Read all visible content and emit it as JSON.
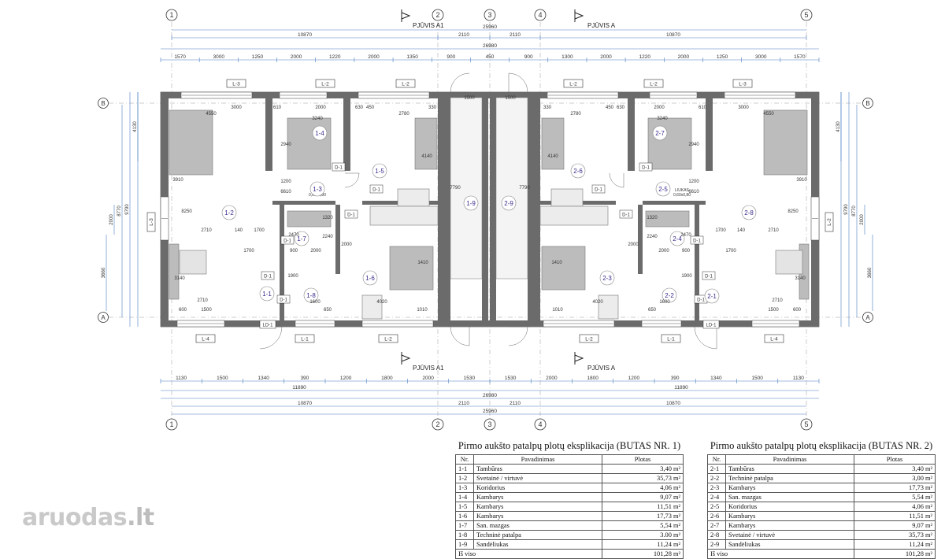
{
  "plan": {
    "axes_top": [
      "1",
      "2",
      "3",
      "4",
      "5"
    ],
    "axes_side": [
      "B",
      "A"
    ],
    "section_labels": [
      "PJŪVIS A1",
      "PJŪVIS A"
    ],
    "top_dims_row1": {
      "overall": "25960",
      "left": "10870",
      "c1": "2110",
      "c2": "2110",
      "right": "10870"
    },
    "top_dims_row2": "26980",
    "top_dims_row3": [
      "1570",
      "3000",
      "1250",
      "2000",
      "1220",
      "2000",
      "1350",
      "900",
      "450",
      "900",
      "1300",
      "2000",
      "1220",
      "2000",
      "1250",
      "3000",
      "1570"
    ],
    "bottom_dims_row1": [
      "1130",
      "1500",
      "1340",
      "390",
      "1200",
      "1800",
      "2000",
      "1530",
      "1530",
      "2000",
      "1800",
      "1200",
      "390",
      "1340",
      "1500",
      "1130"
    ],
    "bottom_dims_row2": {
      "left": "11890",
      "right": "11890"
    },
    "bottom_dims_row3": "26980",
    "bottom_dims_row4": {
      "left": "10870",
      "c1": "2110",
      "c2": "2110",
      "right": "10870"
    },
    "bottom_dims_row5": "25960",
    "window_tags_top": [
      "L-3",
      "L-2",
      "L-2",
      "L-2",
      "L-2",
      "L-3"
    ],
    "window_tags_bottom": [
      "L-4",
      "L-1",
      "L-2",
      "L-2",
      "L-1",
      "L-4"
    ],
    "window_tags_side": [
      "L-3",
      "L-2"
    ],
    "door_tags": [
      "D-1",
      "D-1",
      "D-1",
      "D-1",
      "D-1",
      "D-1",
      "D-1",
      "D-1",
      "D-1",
      "D-1",
      "D-1",
      "D-1",
      "LD-1",
      "LD-1"
    ],
    "hatch_label": "LIUKAS",
    "hatch_size": "0,60x0,80",
    "rooms": [
      "1-1",
      "1-2",
      "1-3",
      "1-4",
      "1-5",
      "1-6",
      "1-7",
      "1-8",
      "1-9",
      "2-1",
      "2-2",
      "2-3",
      "2-4",
      "2-5",
      "2-6",
      "2-7",
      "2-8",
      "2-9"
    ],
    "side_dims_left": [
      "4130",
      "9790",
      "8770",
      "2000",
      "3660"
    ],
    "side_dims_right": [
      "4130",
      "9790",
      "8770",
      "2000",
      "3660"
    ],
    "inner_dims": [
      "4550",
      "3000",
      "610",
      "2000",
      "630",
      "450",
      "2780",
      "330",
      "1500",
      "3240",
      "2940",
      "6610",
      "1200",
      "2710",
      "140",
      "1700",
      "8250",
      "2470",
      "1320",
      "2240",
      "900",
      "1700",
      "2000",
      "1900",
      "1600",
      "4020",
      "1010",
      "650",
      "600",
      "1500",
      "2710",
      "3910",
      "4140",
      "7790",
      "3140",
      "2000",
      "1410"
    ]
  },
  "tables": [
    {
      "title": "Pirmo aukšto patalpų plotų eksplikacija (BUTAS NR. 1)",
      "headers": [
        "Nr.",
        "Pavadinimas",
        "Plotas"
      ],
      "rows": [
        [
          "1-1",
          "Tambūras",
          "3,40 m²"
        ],
        [
          "1-2",
          "Svetainė / virtuvė",
          "35,73 m²"
        ],
        [
          "1-3",
          "Koridorius",
          "4,06 m²"
        ],
        [
          "1-4",
          "Kambarys",
          "9,07 m²"
        ],
        [
          "1-5",
          "Kambarys",
          "11,51 m²"
        ],
        [
          "1-6",
          "Kambarys",
          "17,73 m²"
        ],
        [
          "1-7",
          "San. mazgas",
          "5,54 m²"
        ],
        [
          "1-8",
          "Techninė patalpa",
          "3.00 m²"
        ],
        [
          "1-9",
          "Sandėliukas",
          "11,24 m²"
        ]
      ],
      "total_label": "Iš viso",
      "total_value": "101,28 m²"
    },
    {
      "title": "Pirmo aukšto patalpų plotų eksplikacija (BUTAS NR. 2)",
      "headers": [
        "Nr.",
        "Pavadinimas",
        "Plotas"
      ],
      "rows": [
        [
          "2-1",
          "Tambūras",
          "3,40 m²"
        ],
        [
          "2-2",
          "Techninė patalpa",
          "3,00 m²"
        ],
        [
          "2-3",
          "Kambarys",
          "17,73 m²"
        ],
        [
          "2-4",
          "San. mazgas",
          "5,54 m²"
        ],
        [
          "2-5",
          "Koridorius",
          "4,06 m²"
        ],
        [
          "2-6",
          "Kambarys",
          "11,51 m²"
        ],
        [
          "2-7",
          "Kambarys",
          "9,07 m²"
        ],
        [
          "2-8",
          "Svetainė / virtuvė",
          "35,73 m²"
        ],
        [
          "2-9",
          "Sandėliukas",
          "11,24 m²"
        ]
      ],
      "total_label": "Iš viso",
      "total_value": "101,28 m²"
    }
  ],
  "watermark": {
    "text": "aruodas",
    "tld": ".lt"
  },
  "colors": {
    "wall": "#6b6b6b",
    "dim": "#4a7fc1",
    "room_label": "#3a2a8a",
    "furniture": "#bcbcbc"
  }
}
